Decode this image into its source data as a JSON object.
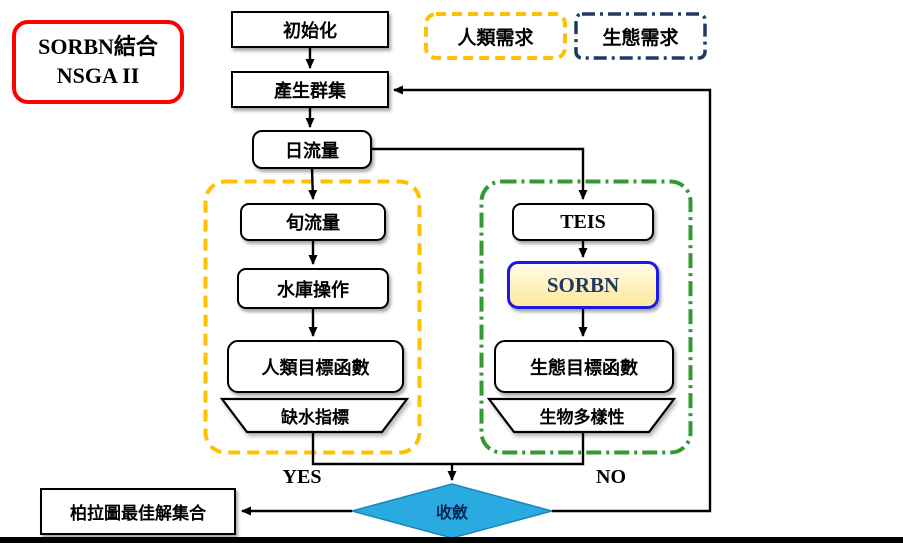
{
  "title": {
    "line1": "SORBN結合",
    "line2": "NSGA II"
  },
  "legend": {
    "human_label": "人類需求",
    "eco_label": "生態需求"
  },
  "nodes": {
    "init": "初始化",
    "population": "產生群集",
    "daily_flow": "日流量",
    "tenday_flow": "旬流量",
    "reservoir_op": "水庫操作",
    "human_objective": "人類目標函數",
    "water_shortage_index": "缺水指標",
    "teis": "TEIS",
    "sorbn": "SORBN",
    "eco_objective": "生態目標函數",
    "biodiversity": "生物多樣性",
    "convergence": "收斂",
    "pareto_set": "柏拉圖最佳解集合"
  },
  "branch_labels": {
    "yes": "YES",
    "no": "NO"
  },
  "colors": {
    "title_border": "#FF0000",
    "human_branch_border": "#FFC000",
    "eco_branch_border": "#339933",
    "eco_legend_border": "#1F3864",
    "sorbn_border": "#1A1AE6",
    "sorbn_text": "#1F3864",
    "diamond_fill": "#29ABE2",
    "diamond_text": "#002A55"
  }
}
